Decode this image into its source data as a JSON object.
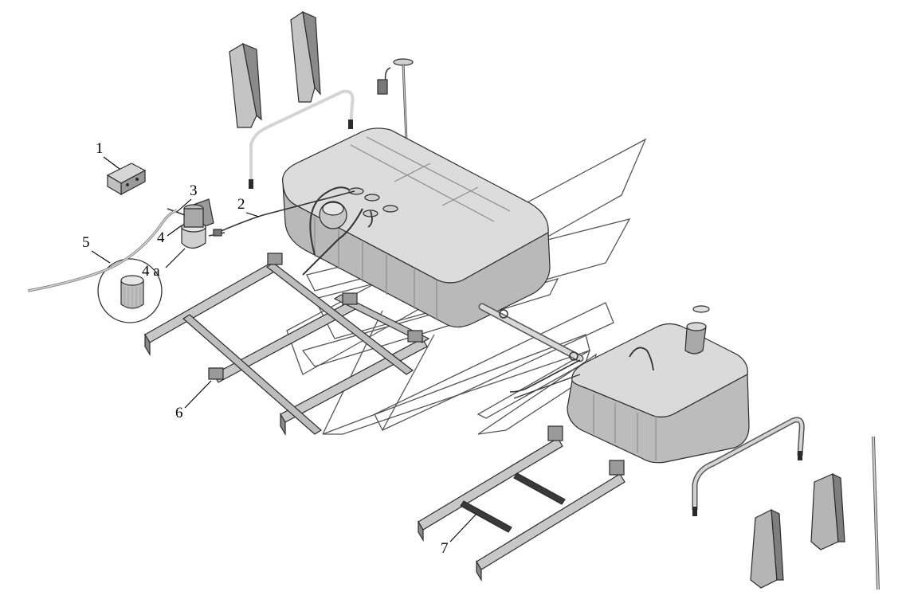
{
  "diagram": {
    "colors": {
      "part_fill_light": "#e2e2e2",
      "part_fill_mid": "#c8c8c8",
      "part_fill_dark": "#8c8c8c",
      "part_fill_black": "#2e2e2e",
      "line": "#2b2b2b",
      "watermark": "#555555"
    },
    "callouts": [
      {
        "id": "1",
        "label": "1"
      },
      {
        "id": "2",
        "label": "2"
      },
      {
        "id": "3",
        "label": "3"
      },
      {
        "id": "4",
        "label": "4"
      },
      {
        "id": "4a",
        "label": "4 a"
      },
      {
        "id": "5",
        "label": "5"
      },
      {
        "id": "6",
        "label": "6"
      },
      {
        "id": "7",
        "label": "7"
      }
    ]
  }
}
